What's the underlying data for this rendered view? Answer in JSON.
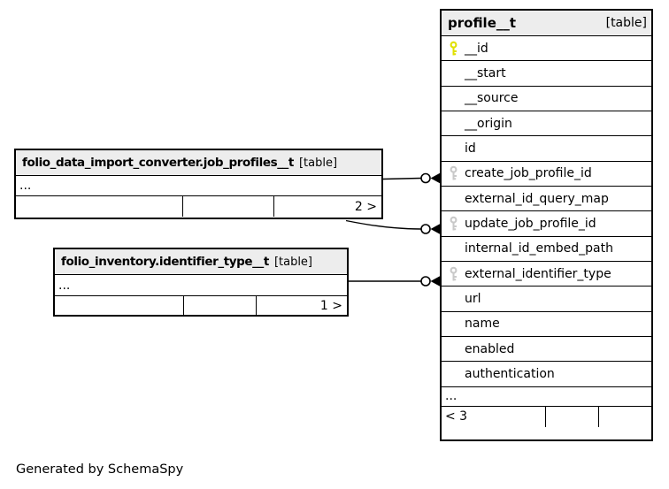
{
  "diagram": {
    "footer_text": "Generated by SchemaSpy",
    "colors": {
      "header_bg": "#ededed",
      "border": "#000000",
      "primary_key": "#e0e000",
      "foreign_key": "#c9c9c9"
    },
    "tables": {
      "job_profiles": {
        "name": "folio_data_import_converter.job_profiles__t",
        "type_label": "[table]",
        "ellipsis": "...",
        "stats": [
          "",
          "",
          "2 >"
        ]
      },
      "identifier_type": {
        "name": "folio_inventory.identifier_type__t",
        "type_label": "[table]",
        "ellipsis": "...",
        "stats": [
          "",
          "",
          "1 >"
        ]
      },
      "profile": {
        "name": "profile__t",
        "type_label": "[table]",
        "columns": [
          {
            "name": "__id",
            "key": "primary"
          },
          {
            "name": "__start",
            "key": ""
          },
          {
            "name": "__source",
            "key": ""
          },
          {
            "name": "__origin",
            "key": ""
          },
          {
            "name": "id",
            "key": ""
          },
          {
            "name": "create_job_profile_id",
            "key": "foreign"
          },
          {
            "name": "external_id_query_map",
            "key": ""
          },
          {
            "name": "update_job_profile_id",
            "key": "foreign"
          },
          {
            "name": "internal_id_embed_path",
            "key": ""
          },
          {
            "name": "external_identifier_type",
            "key": "foreign"
          },
          {
            "name": "url",
            "key": ""
          },
          {
            "name": "name",
            "key": ""
          },
          {
            "name": "enabled",
            "key": ""
          },
          {
            "name": "authentication",
            "key": ""
          }
        ],
        "ellipsis": "...",
        "stats": [
          "< 3",
          "",
          ""
        ]
      }
    },
    "relationships": [
      {
        "from_table": "folio_data_import_converter.job_profiles__t",
        "to_table": "profile__t",
        "to_column": "create_job_profile_id"
      },
      {
        "from_table": "folio_data_import_converter.job_profiles__t",
        "to_table": "profile__t",
        "to_column": "update_job_profile_id"
      },
      {
        "from_table": "folio_inventory.identifier_type__t",
        "to_table": "profile__t",
        "to_column": "external_identifier_type"
      }
    ]
  }
}
